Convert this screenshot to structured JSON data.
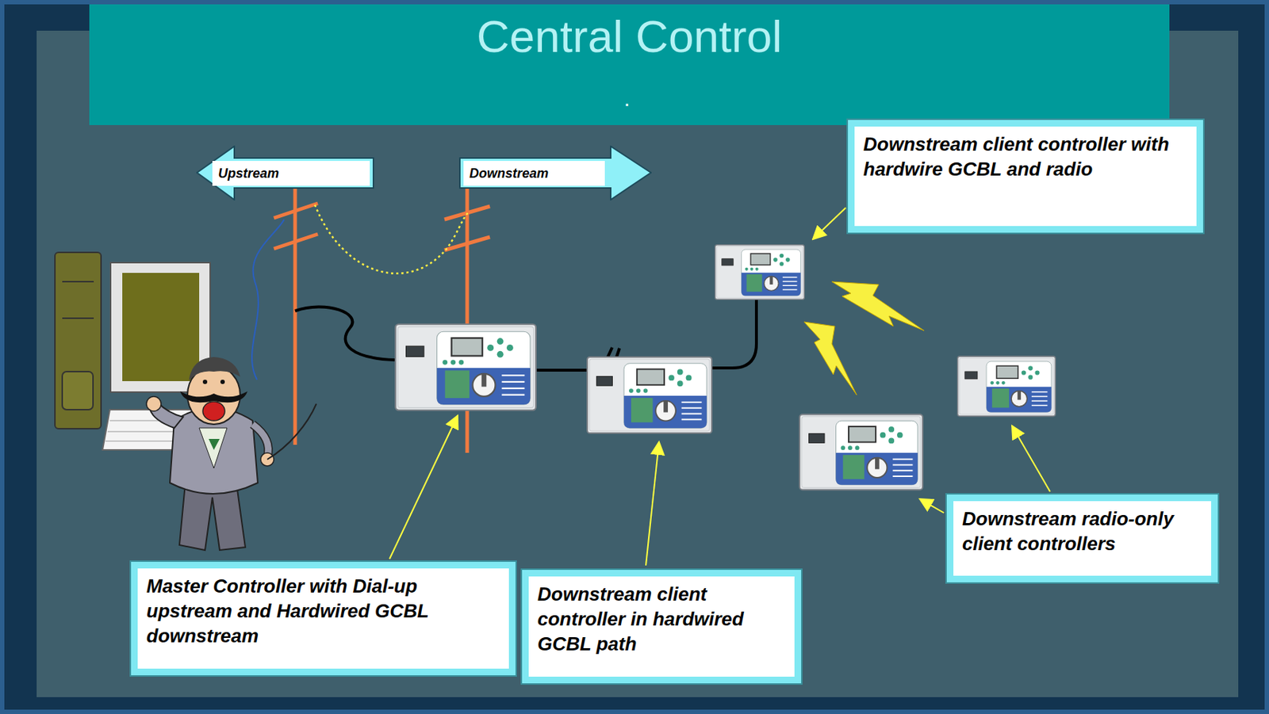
{
  "diagram": {
    "title": "Central Control",
    "nodes": [
      {
        "text": [
          "Upstream"
        ]
      },
      {
        "text": [
          "Downstream"
        ]
      },
      {
        "text": [
          "Downstream client controller with hardwire GCBL and radio"
        ]
      },
      {
        "text": [
          "Master Controller with Dial-up upstream and Hardwired GCBL downstream"
        ]
      },
      {
        "text": [
          "Downstream client controller in hardwired GCBL path"
        ]
      },
      {
        "text": [
          "Downstream radio-only client controllers"
        ]
      }
    ],
    "labels": [
      "."
    ]
  }
}
